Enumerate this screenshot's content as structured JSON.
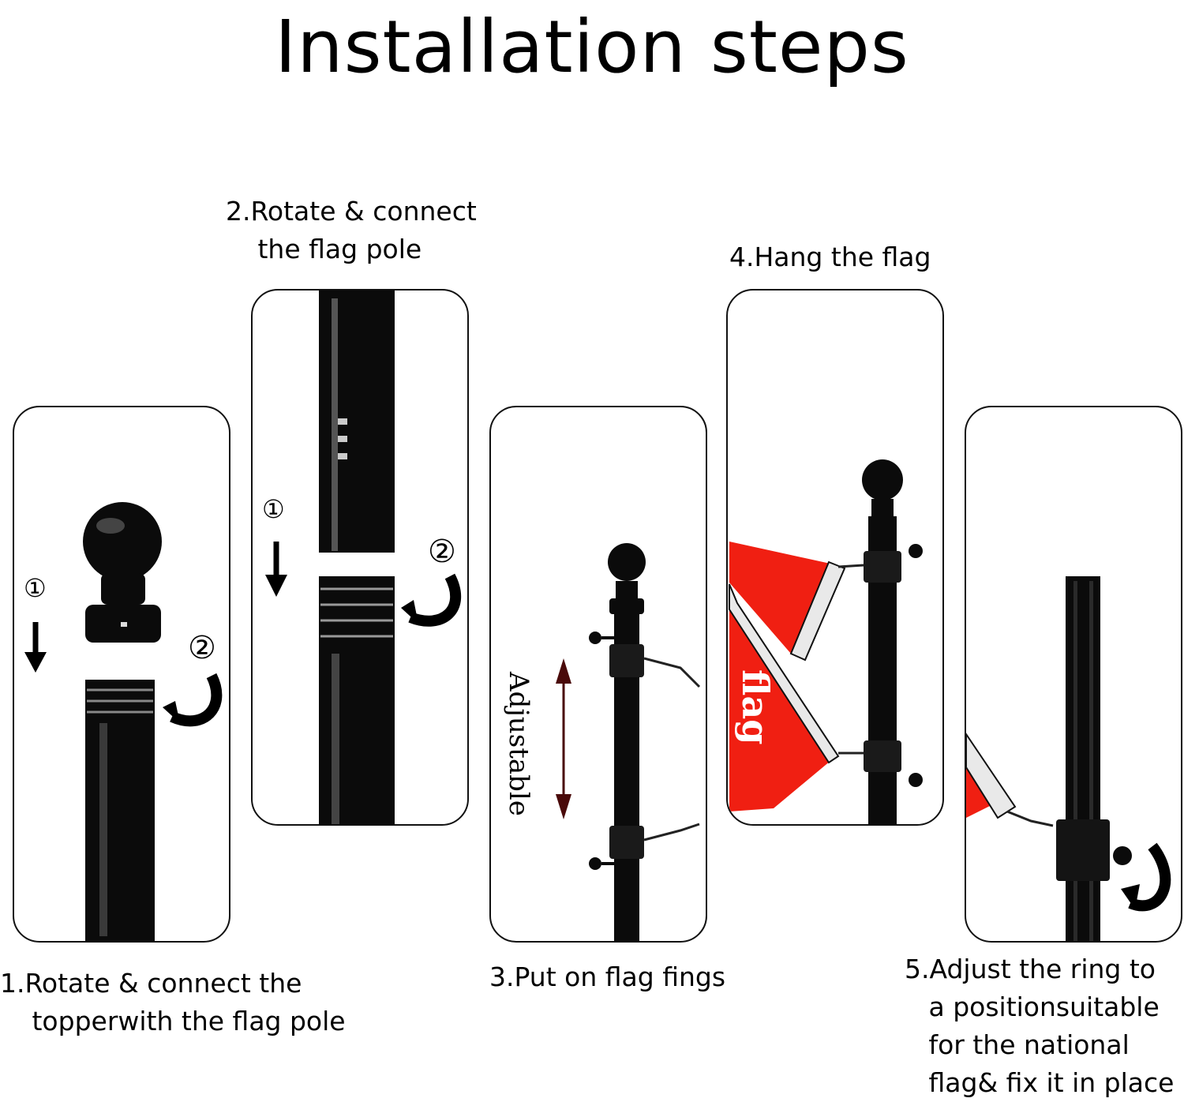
{
  "title": "Installation steps",
  "steps": [
    {
      "number": 1,
      "caption_line1": "1.Rotate & connect the",
      "caption_line2": " topperwith the flag pole",
      "markers": [
        "①",
        "②"
      ]
    },
    {
      "number": 2,
      "caption_line1": "2.Rotate & connect",
      "caption_line2": " the flag pole",
      "markers": [
        "①",
        "②"
      ]
    },
    {
      "number": 3,
      "caption_line1": "3.Put on flag fings",
      "label": "Adjustable"
    },
    {
      "number": 4,
      "caption_line1": "4.Hang the flag",
      "flag_text": "flag"
    },
    {
      "number": 5,
      "caption_line1": "5.Adjust the ring to",
      "caption_line2": " a positionsuitable",
      "caption_line3": " for the national",
      "caption_line4": " flag& fix it in place"
    }
  ],
  "colors": {
    "flag_red": "#f01f12",
    "pole_black": "#0b0b0b",
    "arrow_dark_red": "#4a0a0a",
    "panel_border": "#111111"
  }
}
